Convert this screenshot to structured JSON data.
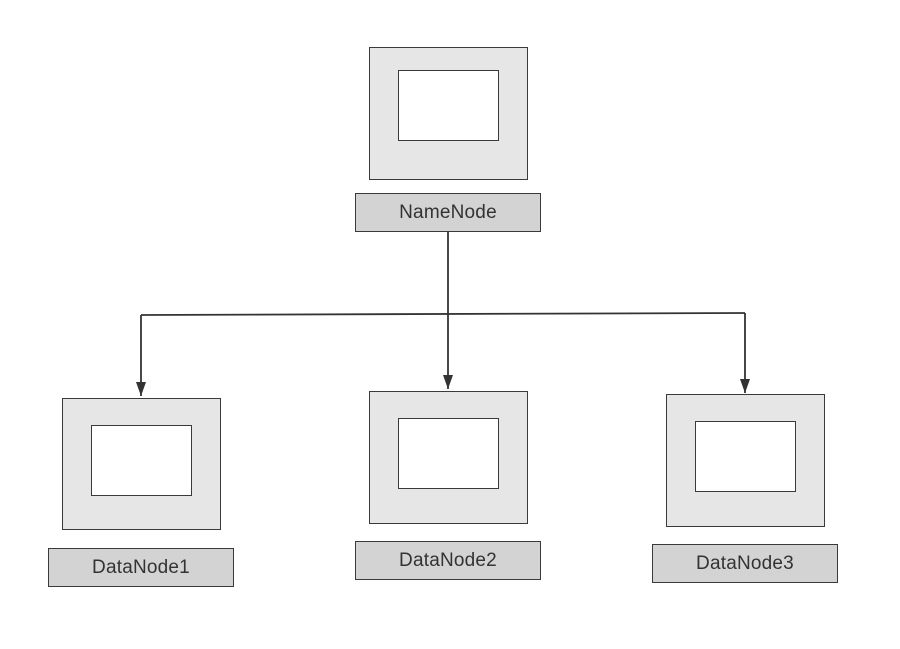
{
  "diagram": {
    "root": {
      "label": "NameNode"
    },
    "children": [
      {
        "label": "DataNode1"
      },
      {
        "label": "DataNode2"
      },
      {
        "label": "DataNode3"
      }
    ],
    "colors": {
      "line": "#333333",
      "monitor_fill": "#e6e6e6",
      "screen_fill": "#ffffff",
      "label_fill": "#d3d3d3",
      "text": "#333333"
    },
    "icons": {
      "node": "computer-monitor-icon"
    }
  }
}
